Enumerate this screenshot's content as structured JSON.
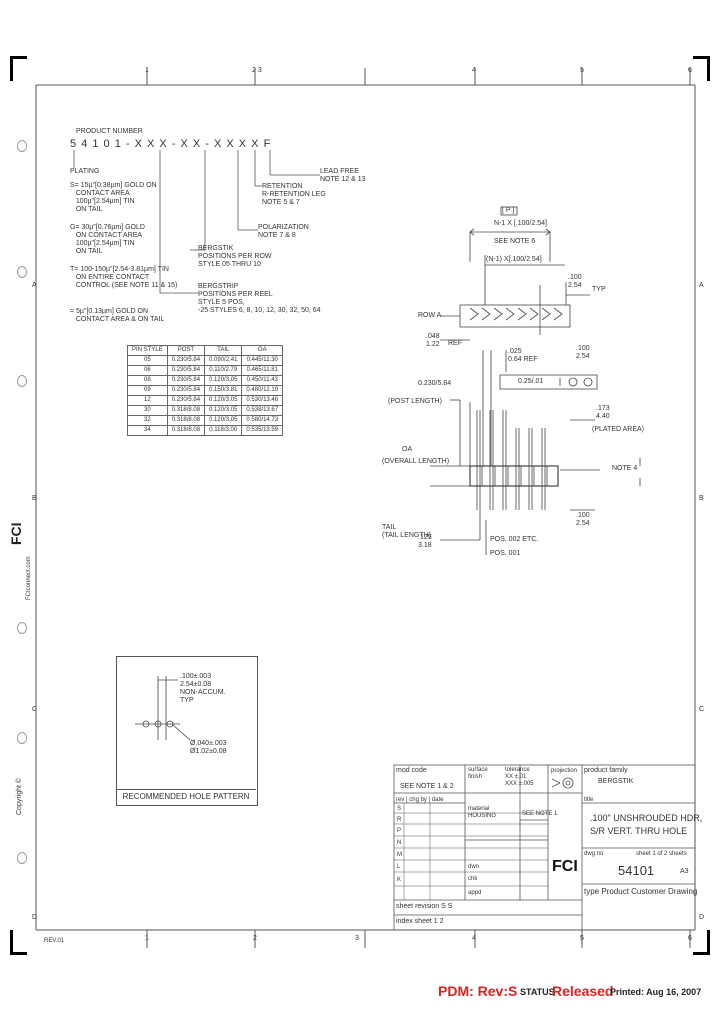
{
  "border": {
    "top_zones": [
      "1",
      "2 3",
      "4",
      "5",
      "6"
    ],
    "bottom_zones": [
      "1",
      "2",
      "3",
      "4",
      "5",
      "6"
    ],
    "right_zones": [
      "A",
      "B",
      "C",
      "D"
    ],
    "left_zones": [
      "A",
      "B",
      "C",
      "D"
    ],
    "bottom_left_code": "REV.01"
  },
  "side_logo": "FCI",
  "side_logo_sub": "FCIconnect.com",
  "copyright": "Copyright ©",
  "part_number": {
    "label": "PRODUCT NUMBER",
    "pattern": "5 4 1 0 1 - X X X - X X - X X X X F",
    "lead_free": "LEAD FREE\nNOTE 12 & 13",
    "retention": "RETENTION\nR-RETENTION LEG\nNOTE 5 & 7",
    "polarization": "POLARIZATION\nNOTE 7 & 8",
    "bergstik": "BERGSTIK\nPOSITIONS PER ROW\nSTYLE 05 THRU 10",
    "bergstrip": "BERGSTRIP\nPOSITIONS PER REEL\nSTYLE 5 POS,\n-25 STYLES 6, 8, 10, 12, 30, 32, 50, 64",
    "plating_label": "PLATING",
    "plating_options": [
      "S= 15µ\"[0.38µm] GOLD ON\n   CONTACT AREA\n   100µ\"[2.54µm] TIN\n   ON TAIL",
      "G= 30µ\"[0.76µm] GOLD\n   ON CONTACT AREA\n   100µ\"[2.54µm] TIN\n   ON TAIL",
      "T= 100-150µ\"[2.54-3.81µm] TIN\n   ON ENTIRE CONTACT\n   CONTROL (SEE NOTE 11 & 15)",
      "= 5µ\"[0.13µm] GOLD ON\n   CONTACT AREA & ON TAIL"
    ]
  },
  "pin_table": {
    "headers": [
      "PIN STYLE",
      "POST",
      "TAIL",
      "OA"
    ],
    "rows": [
      [
        "05",
        "0.230/5.84",
        "0.090/2.41",
        "0.445/11.30"
      ],
      [
        "06",
        "0.230/5.84",
        "0.110/2.79",
        "0.465/11.81"
      ],
      [
        "08",
        "0.230/5.84",
        "0.120/3.05",
        "0.450/11.43"
      ],
      [
        "09",
        "0.230/5.84",
        "0.150/3.81",
        "0.480/12.19"
      ],
      [
        "12",
        "0.230/5.84",
        "0.120/3.05",
        "0.530/13.46"
      ],
      [
        "30",
        "0.318/8.08",
        "0.120/3.05",
        "0.538/13.67"
      ],
      [
        "32",
        "0.318/8.08",
        "0.120/3.05",
        "0.580/14.73"
      ],
      [
        "34",
        "0.318/8.08",
        "0.118/3.00",
        "0.535/13.59"
      ]
    ]
  },
  "dims": {
    "p_label": "[ P ]",
    "n_dim": "N-1 X [.100/2.54]",
    "see_note": "SEE NOTE 6",
    "n1_dim": "(N-1) X[.100/2.54]",
    "pitch": ".100\n2.54",
    "typ": "TYP",
    "row_a": "ROW A",
    "d048": ".048\n1.22",
    "ref": "REF",
    "sq": ".025\n0.64 REF",
    "d100": ".100\n2.54",
    "tol": "0.25/.01",
    "post_length": "(POST LENGTH)",
    "post_dim": "0.230/5.84",
    "oa": "OA",
    "oa_sub": "(OVERALL LENGTH)",
    "d173": ".173\n4.40",
    "plated_area": "(PLATED AREA)",
    "note4": "NOTE 4",
    "d100b": ".100\n2.54",
    "tail_len": "TAIL\n(TAIL LENGTH)",
    "tail_dim": ".125\n3.18",
    "pos_002": "POS. 002 ETC.",
    "pos_001": "POS. 001"
  },
  "hole_pattern": {
    "title": "RECOMMENDED HOLE PATTERN",
    "spacing": ".100±.003\n2.54±0.08\nNON-ACCUM.\nTYP",
    "dia": "Ø.040±.003\nØ1.02±0.08"
  },
  "title_block": {
    "mod_code": "mod code",
    "mod_note": "SEE NOTE 1 & 2",
    "surface": "surface\nfinish",
    "tolerance": "tolerance\nXX ±.01\nXXX ±.005",
    "projection": "projection",
    "product_family_label": "product family",
    "product_family": "BERGSTIK",
    "title_label": "title",
    "title": ".100\" UNSHROUDED HDR,\nS/R VERT. THRU HOLE",
    "dwg_no_label": "dwg no",
    "dwg_no": "54101",
    "sheet_label": "sheet 1 of 2 sheets",
    "size": "A3",
    "type": "type Product Customer Drawing",
    "rev_header": "rev | chg by | date",
    "revs": [
      "S",
      "R",
      "P",
      "N",
      "M",
      "L",
      "K"
    ],
    "material": "material\nHOUSING",
    "mat_note": "SEE NOTE 1",
    "dwn": "dwn",
    "chk": "chk",
    "appd": "appd",
    "sheet_rev": "sheet revision S S",
    "index": "index sheet 1 2",
    "fci": "FCI"
  },
  "footer": {
    "pdm_label": "PDM: Rev:S",
    "status_label": "STATUS",
    "status_value": "Released",
    "printed": "Printed: Aug 16, 2007"
  },
  "colors": {
    "pdm": "#e0201c",
    "line": "#444444"
  }
}
